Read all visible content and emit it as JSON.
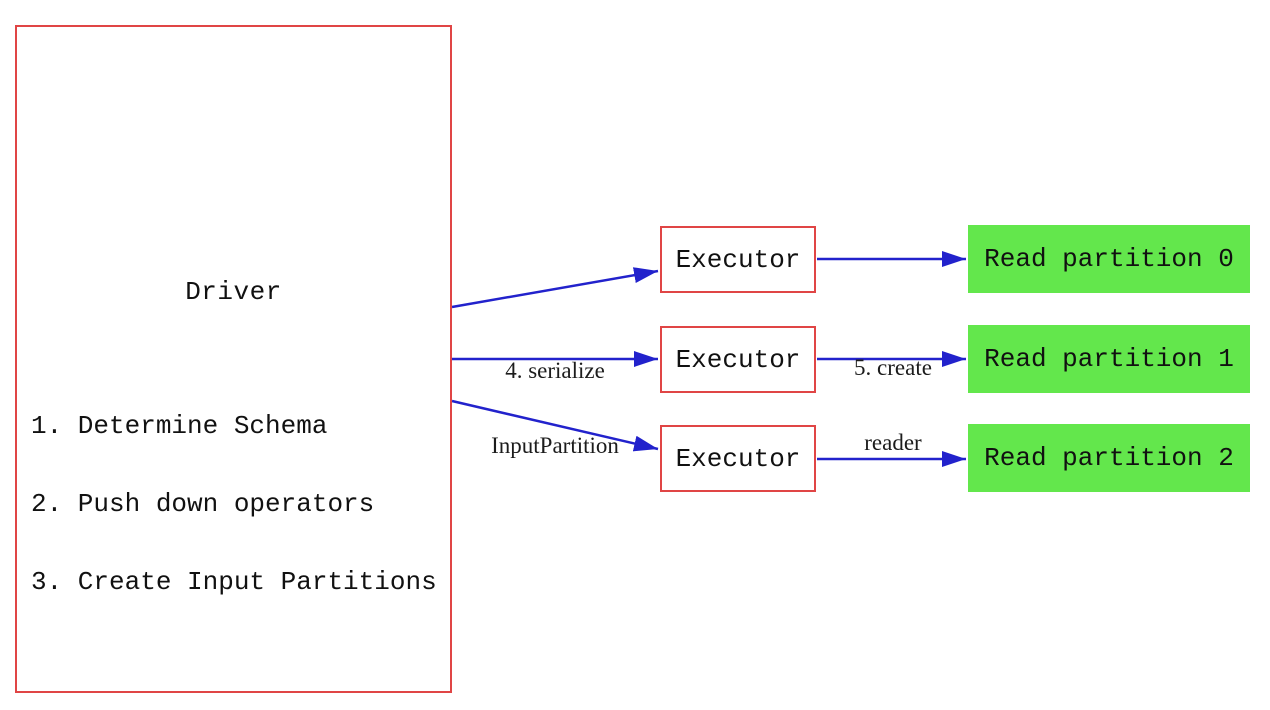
{
  "diagram": {
    "driver": {
      "title": "Driver",
      "steps": [
        "1. Determine Schema",
        "2. Push down operators",
        "3. Create Input Partitions"
      ]
    },
    "executors": [
      {
        "label": "Executor"
      },
      {
        "label": "Executor"
      },
      {
        "label": "Executor"
      }
    ],
    "partitions": [
      {
        "label": "Read partition 0"
      },
      {
        "label": "Read partition 1"
      },
      {
        "label": "Read partition 2"
      }
    ],
    "edge_labels": {
      "serialize": {
        "line1": "4. serialize",
        "line2": "InputPartition"
      },
      "create_reader": {
        "line1": "5. create",
        "line2": "reader"
      }
    },
    "colors": {
      "box_border": "#e04545",
      "arrow": "#2222cc",
      "partition_fill": "#63e74c",
      "text": "#111111"
    }
  }
}
